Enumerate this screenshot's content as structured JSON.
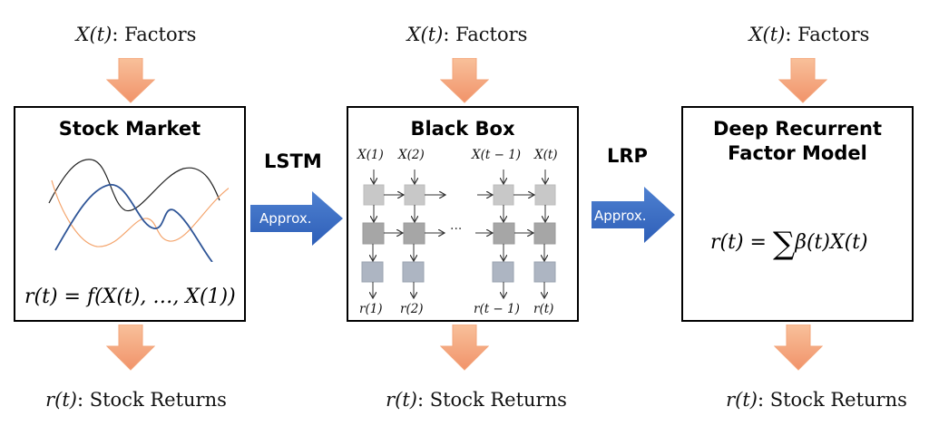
{
  "columns": [
    {
      "input_label": {
        "var": "X(t)",
        "text": ": Factors"
      },
      "box_title": "Stock Market",
      "formula": "r(t) = f(X(t), …, X(1))",
      "output_label": {
        "var": "r(t)",
        "text": ": Stock Returns"
      }
    },
    {
      "input_label": {
        "var": "X(t)",
        "text": ": Factors"
      },
      "box_title": "Black Box",
      "network": {
        "inputs": [
          "X(1)",
          "X(2)",
          "X(t − 1)",
          "X(t)"
        ],
        "outputs": [
          "r(1)",
          "r(2)",
          "r(t − 1)",
          "r(t)"
        ],
        "ellipsis": "···"
      },
      "output_label": {
        "var": "r(t)",
        "text": ": Stock Returns"
      }
    },
    {
      "input_label": {
        "var": "X(t)",
        "text": ": Factors"
      },
      "box_title_line1": "Deep Recurrent",
      "box_title_line2": "Factor Model",
      "formula_left": "r(t) = ",
      "formula_sum": "∑",
      "formula_right": "β(t)X(t)",
      "output_label": {
        "var": "r(t)",
        "text": ": Stock Returns"
      }
    }
  ],
  "connectors": [
    {
      "method": "LSTM",
      "arrow_label": "Approx."
    },
    {
      "method": "LRP",
      "arrow_label": "Approx."
    }
  ],
  "colors": {
    "orange_arrow_top": "#f4b183",
    "orange_arrow_bottom": "#f08c5c",
    "blue_arrow": "#4472c4",
    "cell_top": "#c8c8c8",
    "cell_mid": "#a6a6a6",
    "cell_out": "#adb5c2",
    "line_black": "#222222",
    "line_blue": "#2f5597",
    "line_orange": "#f4a46c"
  }
}
